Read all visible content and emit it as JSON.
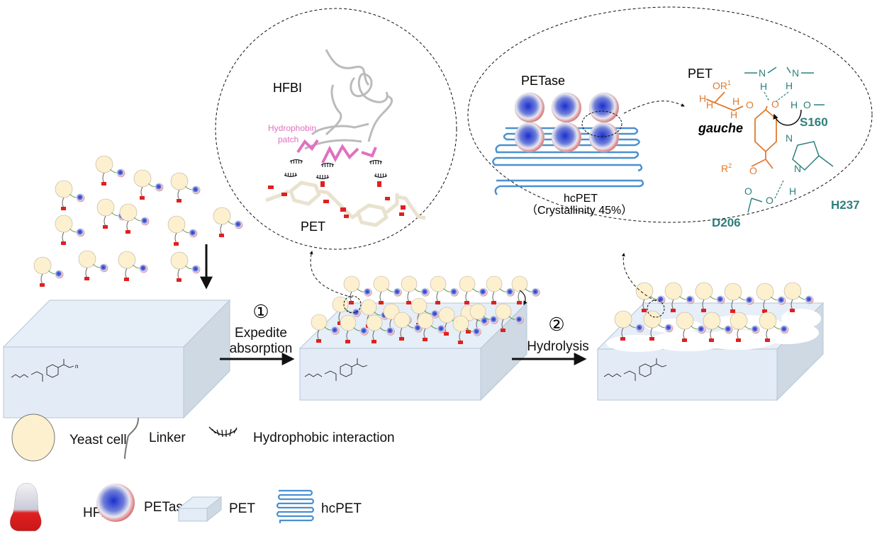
{
  "colors": {
    "yeast_fill": "#fdf0cf",
    "yeast_stroke": "#8a8a8a",
    "pet_top": "#e6eef7",
    "pet_front": "#e3ecf6",
    "pet_side": "#cfd9e3",
    "pet_edge": "#b6c6d6",
    "hcpet_line": "#4a90d0",
    "hydrophobin_patch": "#e070c0",
    "pet_orange": "#e07b30",
    "residue_teal": "#2e7f7c",
    "oxygen_red": "#e02020",
    "petase_blue": "#1a2fd0",
    "petase_red": "#d84848"
  },
  "inset_left": {
    "protein_label": "HFBI",
    "patch_label_line1": "Hydrophobin",
    "patch_label_line2": "patch",
    "substrate_label": "PET"
  },
  "inset_right": {
    "enzyme_label": "PETase",
    "polymer_label": "hcPET",
    "crystallinity_label": "（Crystallinity 45%）",
    "mechanism": {
      "substrate_label": "PET",
      "conformation_label": "gauche",
      "residues": [
        "S160",
        "H237",
        "D206"
      ],
      "atoms": {
        "or1": "OR",
        "or1_sup": "1",
        "r2": "R",
        "r2_sup": "2"
      }
    }
  },
  "steps": [
    {
      "number": "①",
      "line1": "Expedite",
      "line2": "absorption"
    },
    {
      "number": "②",
      "line1": "Hydrolysis",
      "line2": ""
    }
  ],
  "pet_formula_label": "n",
  "legend": [
    {
      "icon": "yeast-cell-icon",
      "label": "Yeast cell"
    },
    {
      "icon": "linker-icon",
      "label": "Linker"
    },
    {
      "icon": "hydrophobic-interaction-icon",
      "label": "Hydrophobic interaction"
    },
    {
      "icon": "hfbi-icon",
      "label": "HFBI"
    },
    {
      "icon": "petase-icon",
      "label": "PETase"
    },
    {
      "icon": "pet-block-icon",
      "label": "PET"
    },
    {
      "icon": "hcpet-icon",
      "label": "hcPET"
    }
  ]
}
